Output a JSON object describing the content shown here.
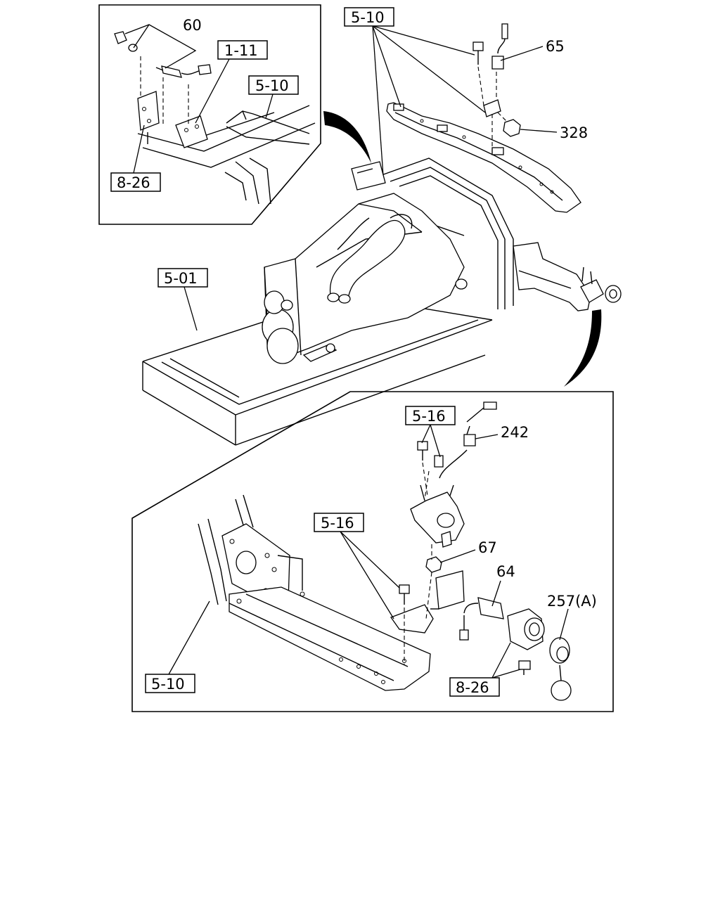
{
  "refs": {
    "r1": "5-10",
    "r2": "1-11",
    "r3": "5-10",
    "r4": "8-26",
    "r5": "5-01",
    "r6": "5-16",
    "r7": "5-16",
    "r8": "5-10",
    "r9": "8-26"
  },
  "parts": {
    "p60": "60",
    "p65": "65",
    "p328": "328",
    "p242": "242",
    "p67": "67",
    "p64": "64",
    "p257": "257(A)"
  }
}
